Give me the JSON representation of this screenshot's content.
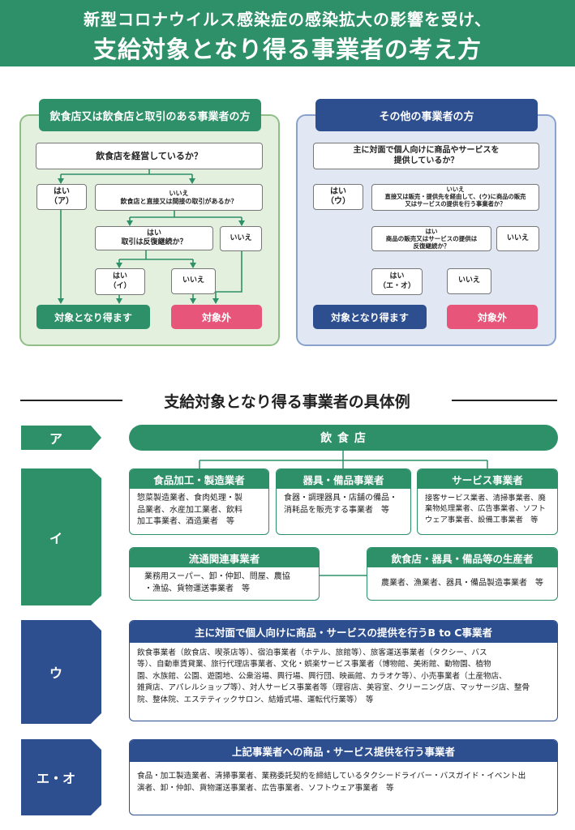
{
  "header": {
    "line1": "新型コロナウイルス感染症の感染拡大の影響を受け、",
    "line2": "支給対象となり得る事業者の考え方"
  },
  "left_panel": {
    "title": "飲食店又は飲食店と取引のある事業者の方",
    "q1": "飲食店を経営しているか？",
    "yes1_a": "はい",
    "yes1_b": "（ア）",
    "no1_a": "いいえ",
    "no1_b": "飲食店と直接又は間接の取引があるか？",
    "yes2_a": "はい",
    "yes2_b": "取引は反復継続か？",
    "no2": "いいえ",
    "yes3_a": "はい",
    "yes3_b": "（イ）",
    "no3": "いいえ",
    "result_yes": "対象となり得ます",
    "result_no": "対象外"
  },
  "right_panel": {
    "title": "その他の事業者の方",
    "q1_a": "主に対面で個人向けに商品やサービスを",
    "q1_b": "提供しているか？",
    "yes1_a": "はい",
    "yes1_b": "（ウ）",
    "no1_a": "いいえ",
    "no1_b": "直接又は販売・提供先を経由して、(ウ)に商品の販売",
    "no1_c": "又はサービスの提供を行う事業者か？",
    "yes2_a": "はい",
    "yes2_b": "商品の販売又はサービスの提供は",
    "yes2_c": "反復継続か？",
    "no2": "いいえ",
    "yes3_a": "はい",
    "yes3_b": "（エ・オ）",
    "no3": "いいえ",
    "result_yes": "対象となり得ます",
    "result_no": "対象外"
  },
  "examples": {
    "title": "支給対象となり得る事業者の具体例",
    "label_a": "ア",
    "label_i": "イ",
    "label_u": "ウ",
    "label_eo": "エ・オ",
    "a_box": "飲 食 店",
    "i_food": {
      "head": "食品加工・製造業者",
      "lines": [
        "惣菜製造業者、食肉処理・製",
        "品業者、水産加工業者、飲料",
        "加工事業者、酒造業者　等"
      ]
    },
    "i_equip": {
      "head": "器具・備品事業者",
      "lines": [
        "食器・調理器具・店舗の備品・",
        "消耗品を販売する事業者　等"
      ]
    },
    "i_service": {
      "head": "サービス事業者",
      "lines": [
        "接客サービス業者、清掃事業者、廃",
        "棄物処理業者、広告事業者、ソフト",
        "ウェア事業者、設備工事業者　等"
      ]
    },
    "i_dist": {
      "head": "流通関連事業者",
      "lines": [
        "業務用スーパー、卸・仲卸、問屋、農協",
        "・漁協、貨物運送事業者　等"
      ]
    },
    "i_prod": {
      "head": "飲食店・器具・備品等の生産者",
      "lines": [
        "農業者、漁業者、器具・備品製造事業者　等"
      ]
    },
    "u_box": {
      "head": "主に対面で個人向けに商品・サービスの提供を行うB to C事業者",
      "lines": [
        "飲食事業者（飲食店、喫茶店等）、宿泊事業者（ホテル、旅館等）、旅客運送事業者（タクシー、バス",
        "等）、自動車賃貸業、旅行代理店事業者、文化・娯楽サービス事業者（博物館、美術館、動物園、植物",
        "園、水族館、公園、遊園地、公衆浴場、興行場、興行団、映画館、カラオケ等）、小売事業者（土産物店、",
        "雑貨店、アパレルショップ等）、対人サービス事業者等（理容店、美容室、クリーニング店、マッサージ店、整骨",
        "院、整体院、エステティックサロン、結婚式場、運転代行業等）　等"
      ]
    },
    "eo_box": {
      "head": "上記事業者への商品・サービス提供を行う事業者",
      "lines": [
        "食品・加工製造業者、清掃事業者、業務委託契約を締結しているタクシードライバー・バスガイド・イベント出",
        "演者、卸・仲卸、貨物運送事業者、広告事業者、ソフトウェア事業者　等"
      ]
    }
  }
}
